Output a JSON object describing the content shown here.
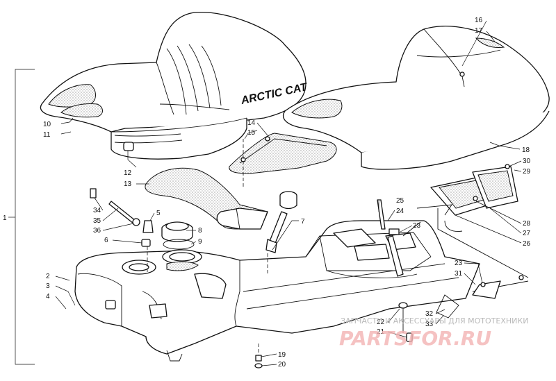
{
  "diagram": {
    "brand_text": "ARCTIC CAT",
    "watermark": {
      "top_text": "ЗАПЧАСТИ И АКСЕССУАРЫ ДЛЯ МОТОТЕХНИКИ",
      "logo_text": "PARTSFOR.RU"
    },
    "callouts": [
      {
        "id": "c1",
        "label": "1"
      },
      {
        "id": "c2",
        "label": "2"
      },
      {
        "id": "c3",
        "label": "3"
      },
      {
        "id": "c4",
        "label": "4"
      },
      {
        "id": "c5",
        "label": "5"
      },
      {
        "id": "c6",
        "label": "6"
      },
      {
        "id": "c7",
        "label": "7"
      },
      {
        "id": "c8",
        "label": "8"
      },
      {
        "id": "c9",
        "label": "9"
      },
      {
        "id": "c10",
        "label": "10"
      },
      {
        "id": "c11",
        "label": "11"
      },
      {
        "id": "c12",
        "label": "12"
      },
      {
        "id": "c13",
        "label": "13"
      },
      {
        "id": "c14",
        "label": "14"
      },
      {
        "id": "c15",
        "label": "15"
      },
      {
        "id": "c16",
        "label": "16"
      },
      {
        "id": "c17",
        "label": "17"
      },
      {
        "id": "c18",
        "label": "18"
      },
      {
        "id": "c19",
        "label": "19"
      },
      {
        "id": "c20",
        "label": "20"
      },
      {
        "id": "c21",
        "label": "21"
      },
      {
        "id": "c22",
        "label": "22"
      },
      {
        "id": "c23a",
        "label": "23"
      },
      {
        "id": "c23b",
        "label": "23"
      },
      {
        "id": "c24",
        "label": "24"
      },
      {
        "id": "c25",
        "label": "25"
      },
      {
        "id": "c26",
        "label": "26"
      },
      {
        "id": "c27",
        "label": "27"
      },
      {
        "id": "c28",
        "label": "28"
      },
      {
        "id": "c29",
        "label": "29"
      },
      {
        "id": "c30",
        "label": "30"
      },
      {
        "id": "c31",
        "label": "31"
      },
      {
        "id": "c32",
        "label": "32"
      },
      {
        "id": "c33",
        "label": "33"
      },
      {
        "id": "c34",
        "label": "34"
      },
      {
        "id": "c35",
        "label": "35"
      },
      {
        "id": "c36",
        "label": "36"
      }
    ]
  }
}
